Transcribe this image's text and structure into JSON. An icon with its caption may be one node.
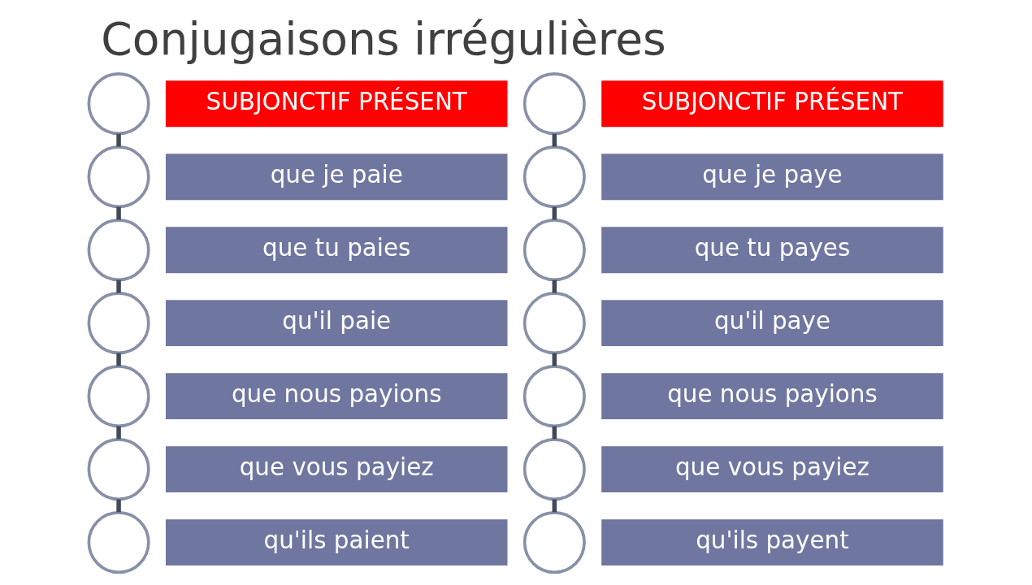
{
  "diagram": {
    "title": "Conjugaisons irrégulières",
    "nodes": [
      {
        "text": [],
        "shape": "circle"
      },
      {
        "text": [
          "SUBJONCTIF PRÉSENT"
        ]
      },
      {
        "text": [],
        "shape": "circle"
      },
      {
        "text": [
          "que je paie"
        ]
      },
      {
        "text": [],
        "shape": "circle"
      },
      {
        "text": [
          "que tu paies"
        ]
      },
      {
        "text": [],
        "shape": "circle"
      },
      {
        "text": [
          "qu'il paie"
        ]
      },
      {
        "text": [],
        "shape": "circle"
      },
      {
        "text": [
          "que nous payions"
        ]
      },
      {
        "text": [],
        "shape": "circle"
      },
      {
        "text": [
          "que vous payiez"
        ]
      },
      {
        "text": [],
        "shape": "circle"
      },
      {
        "text": [
          "qu'ils paient"
        ]
      },
      {
        "text": [],
        "shape": "circle"
      },
      {
        "text": [
          "SUBJONCTIF PRÉSENT"
        ]
      },
      {
        "text": [],
        "shape": "circle"
      },
      {
        "text": [
          "que je paye"
        ]
      },
      {
        "text": [],
        "shape": "circle"
      },
      {
        "text": [
          "que tu payes"
        ]
      },
      {
        "text": [],
        "shape": "circle"
      },
      {
        "text": [
          "qu'il paye"
        ]
      },
      {
        "text": [],
        "shape": "circle"
      },
      {
        "text": [
          "que nous payions"
        ]
      },
      {
        "text": [],
        "shape": "circle"
      },
      {
        "text": [
          "que vous payiez"
        ]
      },
      {
        "text": [],
        "shape": "circle"
      },
      {
        "text": [
          "qu'ils payent"
        ]
      }
    ],
    "edges": [
      {
        "from": 0,
        "to": 2,
        "arrow": "none"
      },
      {
        "from": 2,
        "to": 4,
        "arrow": "none"
      },
      {
        "from": 4,
        "to": 6,
        "arrow": "none"
      },
      {
        "from": 6,
        "to": 8,
        "arrow": "none"
      },
      {
        "from": 8,
        "to": 10,
        "arrow": "none"
      },
      {
        "from": 10,
        "to": 12,
        "arrow": "none"
      },
      {
        "from": 14,
        "to": 16,
        "arrow": "none"
      },
      {
        "from": 16,
        "to": 18,
        "arrow": "none"
      },
      {
        "from": 18,
        "to": 20,
        "arrow": "none"
      },
      {
        "from": 20,
        "to": 22,
        "arrow": "none"
      },
      {
        "from": 22,
        "to": 24,
        "arrow": "none"
      },
      {
        "from": 24,
        "to": 26,
        "arrow": "none"
      }
    ]
  }
}
